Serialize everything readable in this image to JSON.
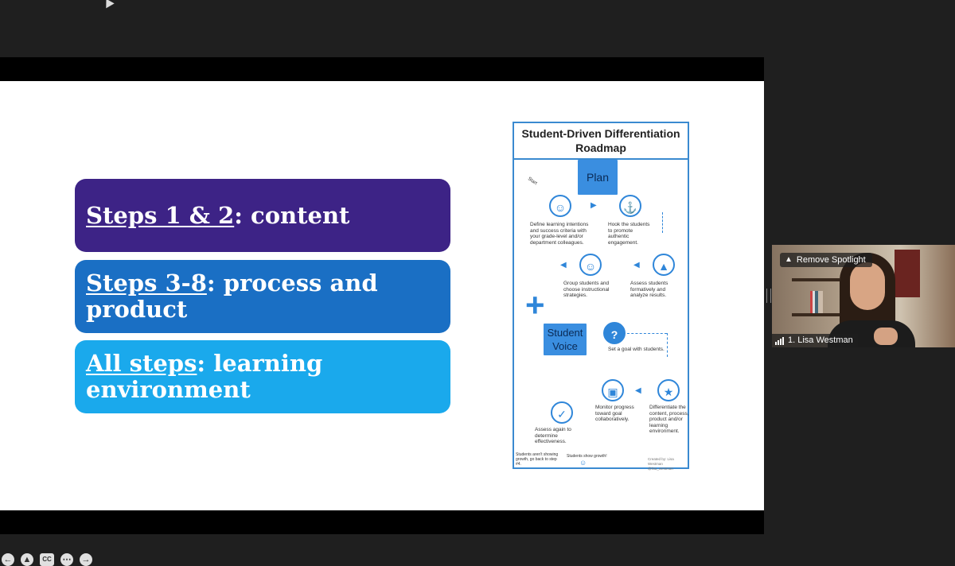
{
  "slide": {
    "boxes": [
      {
        "title": "Steps 1 & 2",
        "rest": ": content",
        "color": "#3d2386"
      },
      {
        "title": "Steps 3-8",
        "rest": ": process and product",
        "color": "#1a6fc4"
      },
      {
        "title": "All steps",
        "rest": ": learning environment",
        "color": "#1aa9ec"
      }
    ],
    "infographic": {
      "title": "Student-Driven Differentiation Roadmap",
      "start": "Start",
      "plan": "Plan",
      "student_voice": "Student Voice",
      "steps": [
        "Define learning intentions and success criteria with your grade-level and/or department colleagues.",
        "Hook the students to promote authentic engagement.",
        "Assess students formatively and analyze results.",
        "Group students and choose instructional strategies.",
        "Set a goal with students.",
        "Differentiate the content, process, product and/or learning environment.",
        "Monitor progress toward goal collaboratively.",
        "Assess again to determine effectiveness."
      ],
      "outcome_left": "Students aren't showing growth, go back to step #4.",
      "outcome_right": "Students show growth!",
      "credit": "Created by: Lisa Westman @lisa_westman"
    }
  },
  "toolbar": {
    "icons": [
      "arrow-left-icon",
      "pointer-icon",
      "captions-icon",
      "more-icon",
      "arrow-right-icon"
    ],
    "cc_label": "CC"
  },
  "video": {
    "remove_spotlight": "Remove Spotlight",
    "participant_name": "1. Lisa Westman"
  },
  "colors": {
    "background": "#1f1f1f",
    "accent_blue": "#2f86d9"
  }
}
